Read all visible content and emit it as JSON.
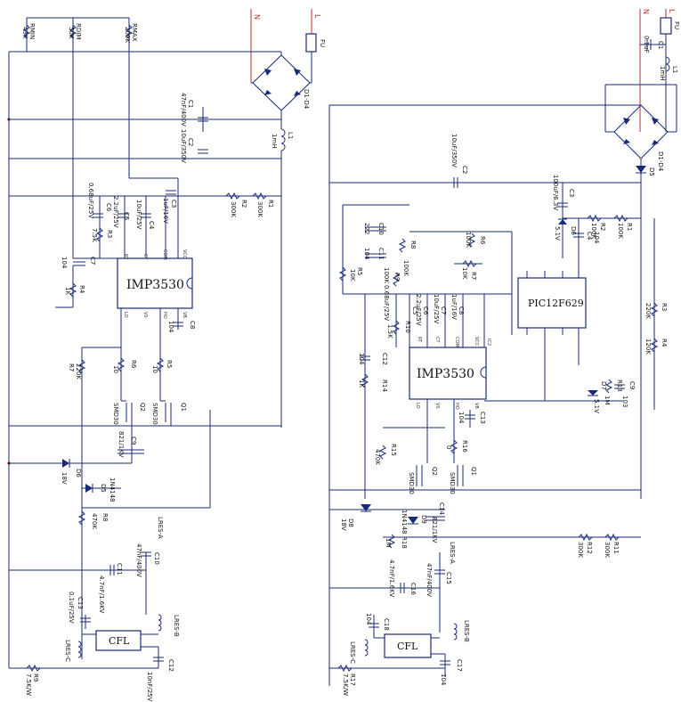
{
  "left_circuit": {
    "mains": {
      "n": "N",
      "l": "L"
    },
    "fuse": "FU",
    "bridge": "D1-D4",
    "ic": {
      "name": "IMP3530",
      "pins_top": [
        "VCC",
        "COM",
        "LO",
        "VS"
      ],
      "pins_bottom": [
        "RT",
        "CT",
        "HO",
        "VB"
      ]
    },
    "components": [
      {
        "ref": "RMIN",
        "value": "43K"
      },
      {
        "ref": "RDIM",
        "value": "50K"
      },
      {
        "ref": "RMAX",
        "value": "200K"
      },
      {
        "ref": "C1",
        "value": "47nF/400V"
      },
      {
        "ref": "C2",
        "value": "10uF/350V"
      },
      {
        "ref": "L1",
        "value": "1mH"
      },
      {
        "ref": "R1",
        "value": "300K"
      },
      {
        "ref": "R2",
        "value": "300K"
      },
      {
        "ref": "C3",
        "value": "1uF/16V"
      },
      {
        "ref": "C4",
        "value": "10uF/25V"
      },
      {
        "ref": "C5",
        "value": "2.2uF/25V"
      },
      {
        "ref": "C6",
        "value": "0.68uF/25V"
      },
      {
        "ref": "R3",
        "value": "7.5K"
      },
      {
        "ref": "C7",
        "value": "104"
      },
      {
        "ref": "R4",
        "value": "1K"
      },
      {
        "ref": "C8",
        "value": "104"
      },
      {
        "ref": "R5",
        "value": "10"
      },
      {
        "ref": "R6",
        "value": "10"
      },
      {
        "ref": "R7",
        "value": "220K"
      },
      {
        "ref": "Q1",
        "value": "SMD30"
      },
      {
        "ref": "Q2",
        "value": "SMD30"
      },
      {
        "ref": "C9",
        "value": "821/1KV"
      },
      {
        "ref": "D6",
        "value": "18V"
      },
      {
        "ref": "D5",
        "value": "1N4148"
      },
      {
        "ref": "R8",
        "value": "470K"
      },
      {
        "ref": "C10",
        "value": "47nF/400V"
      },
      {
        "ref": "C11",
        "value": "4.7nF/1.6KV"
      },
      {
        "ref": "LRES-A",
        "value": ""
      },
      {
        "ref": "LRES-B",
        "value": ""
      },
      {
        "ref": "LRES-C",
        "value": ""
      },
      {
        "ref": "C12",
        "value": "10nF/25V"
      },
      {
        "ref": "C13",
        "value": "0.1uF/25V"
      },
      {
        "ref": "R9",
        "value": "7.5K/W"
      }
    ],
    "lamp": "CFL"
  },
  "right_circuit": {
    "mains": {
      "n": "N",
      "l": "L"
    },
    "fuse": "FU",
    "bridge": "D1-D4",
    "mcu": "PIC12F629",
    "ic": {
      "name": "IMP3530",
      "label": "IC2",
      "pins_top": [
        "VCC",
        "COM",
        "LO",
        "VS"
      ],
      "pins_bottom": [
        "RT",
        "CT",
        "HO",
        "VB"
      ]
    },
    "components": [
      {
        "ref": "C1",
        "value": "0.1uF"
      },
      {
        "ref": "L1",
        "value": "1mH"
      },
      {
        "ref": "D5",
        "value": ""
      },
      {
        "ref": "C2",
        "value": "10uF/350V"
      },
      {
        "ref": "C3",
        "value": "100uF/6.3V"
      },
      {
        "ref": "D6",
        "value": "5.1V"
      },
      {
        "ref": "C4",
        "value": "104"
      },
      {
        "ref": "R1",
        "value": "100K"
      },
      {
        "ref": "R2",
        "value": "100K"
      },
      {
        "ref": "R3",
        "value": "220K"
      },
      {
        "ref": "R4",
        "value": "120K"
      },
      {
        "ref": "C10",
        "value": "222"
      },
      {
        "ref": "C11",
        "value": "104"
      },
      {
        "ref": "R5",
        "value": "10K"
      },
      {
        "ref": "R6",
        "value": "100K"
      },
      {
        "ref": "R7",
        "value": "10K"
      },
      {
        "ref": "R8",
        "value": "100K"
      },
      {
        "ref": "R9",
        "value": "100K"
      },
      {
        "ref": "R10",
        "value": "1.5K"
      },
      {
        "ref": "C5",
        "value": "0.68uF/25V"
      },
      {
        "ref": "C6",
        "value": "2.2uF/25V"
      },
      {
        "ref": "C7",
        "value": "10uF/25V"
      },
      {
        "ref": "C8",
        "value": "1uF/16V"
      },
      {
        "ref": "C12",
        "value": "104"
      },
      {
        "ref": "R14",
        "value": "1K"
      },
      {
        "ref": "C13",
        "value": "104"
      },
      {
        "ref": "R15",
        "value": "470K"
      },
      {
        "ref": "R16",
        "value": "0"
      },
      {
        "ref": "Q1",
        "value": "SMD30"
      },
      {
        "ref": "Q2",
        "value": "SMD30"
      },
      {
        "ref": "D8",
        "value": "18V"
      },
      {
        "ref": "D9",
        "value": "1N4148"
      },
      {
        "ref": "C14",
        "value": "821/1KV"
      },
      {
        "ref": "R18",
        "value": "1M"
      },
      {
        "ref": "R12",
        "value": "300K"
      },
      {
        "ref": "R11",
        "value": "300K"
      },
      {
        "ref": "C15",
        "value": "47nF/400V"
      },
      {
        "ref": "C16",
        "value": "4.7nF/1.6KV"
      },
      {
        "ref": "LRES-A",
        "value": ""
      },
      {
        "ref": "LRES-B",
        "value": ""
      },
      {
        "ref": "LRES-C",
        "value": ""
      },
      {
        "ref": "C18",
        "value": "104"
      },
      {
        "ref": "C17",
        "value": "104"
      },
      {
        "ref": "R17",
        "value": "7.5K/W"
      },
      {
        "ref": "D7",
        "value": "5.1V"
      },
      {
        "ref": "C9",
        "value": "103"
      },
      {
        "ref": "R13",
        "value": "1M"
      }
    ],
    "lamp": "CFL"
  }
}
